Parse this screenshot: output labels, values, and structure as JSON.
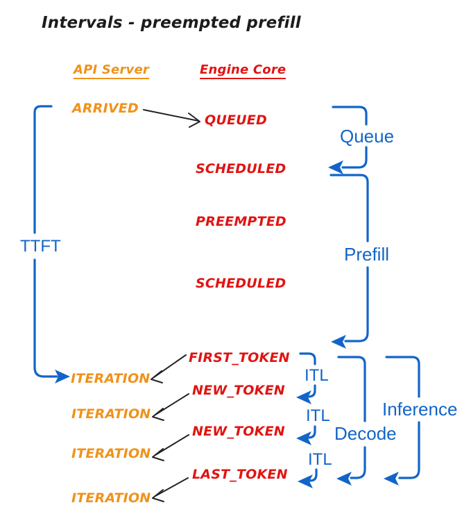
{
  "title": "Intervals - preempted prefill",
  "columns": {
    "api_server": "API Server",
    "engine_core": "Engine Core"
  },
  "events": {
    "arrived": "ARRIVED",
    "queued": "QUEUED",
    "scheduled_1": "SCHEDULED",
    "preempted": "PREEMPTED",
    "scheduled_2": "SCHEDULED",
    "first_token": "FIRST_TOKEN",
    "new_token_1": "NEW_TOKEN",
    "new_token_2": "NEW_TOKEN",
    "last_token": "LAST_TOKEN",
    "iteration_1": "ITERATION",
    "iteration_2": "ITERATION",
    "iteration_3": "ITERATION",
    "iteration_4": "ITERATION"
  },
  "intervals": {
    "ttft": "TTFT",
    "queue": "Queue",
    "prefill": "Prefill",
    "itl_1": "ITL",
    "itl_2": "ITL",
    "itl_3": "ITL",
    "decode": "Decode",
    "inference": "Inference"
  },
  "colors": {
    "api_server_orange": "#F0921A",
    "engine_core_red": "#E01412",
    "interval_blue": "#1265C8",
    "arrow_black": "#222222",
    "background": "#FFFFFF"
  }
}
